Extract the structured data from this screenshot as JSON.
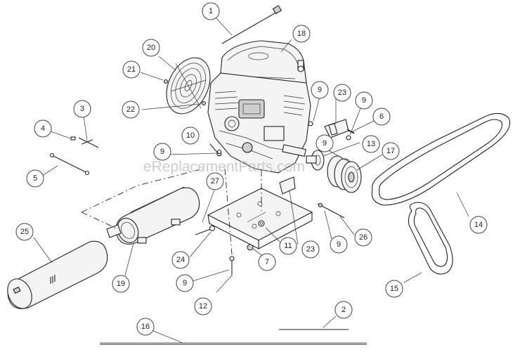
{
  "watermark": "eReplacementParts.com",
  "callouts": [
    "1",
    "2",
    "3",
    "4",
    "5",
    "6",
    "7",
    "9",
    "9",
    "9",
    "9",
    "9",
    "9",
    "10",
    "11",
    "12",
    "13",
    "14",
    "15",
    "16",
    "17",
    "18",
    "19",
    "20",
    "21",
    "22",
    "23",
    "23",
    "24",
    "25",
    "26",
    "27"
  ],
  "colors": {
    "line": "#222222",
    "leader": "#444444",
    "fill": "#f4f4f4",
    "watermark": "#bcbcbc"
  }
}
